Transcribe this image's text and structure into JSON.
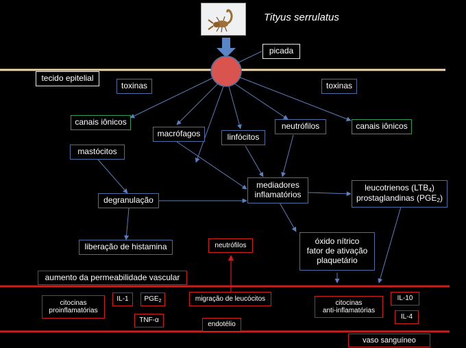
{
  "species": "Tityus serrulatus",
  "labels": {
    "picada": "picada",
    "tecido_epitelial": "tecido epitelial",
    "toxinas_left": "toxinas",
    "toxinas_right": "toxinas",
    "canais_left": "canais iônicos",
    "canais_right": "canais iônicos",
    "macrofagos": "macrófagos",
    "linfocitos": "linfócitos",
    "neutrofilos": "neutrófilos",
    "mastocitos": "mastócitos",
    "mediadores_l1": "mediadores",
    "mediadores_l2": "inflamatórios",
    "leuco_base": "leucotrienos (LTB",
    "leuco_sub": "4",
    "prosta_base": "prostaglandinas (PGE",
    "prosta_sub": "2",
    "close_paren": ")",
    "degranulacao": "degranulação",
    "histamina": "liberação de histamina",
    "oxido_l1": "óxido nítrico",
    "oxido_l2": "fator de ativação",
    "oxido_l3": "plaquetário",
    "neutrofilos_red": "neutrófilos",
    "permeabilidade": "aumento da permeabilidade vascular",
    "cito_pro_l1": "citocinas",
    "cito_pro_l2": "proinflamatórias",
    "il1": "IL-1",
    "pge_base": "PGE",
    "pge_sub": "2",
    "tnf": "TNF-α",
    "migracao": "migração de leucócitos",
    "endotelio": "endotélio",
    "cito_anti_l1": "citocinas",
    "cito_anti_l2": "anti-inflamatórias",
    "il10": "IL-10",
    "il4": "IL-4",
    "vaso": "vaso sanguíneo"
  },
  "colors": {
    "background": "#000000",
    "epithelial_line": "#f5d7b0",
    "vessel_line": "#d41b1b",
    "arrow_blue": "#5b7fbf",
    "bite_circle": "#d9534f",
    "big_arrow": "#5a86c8"
  }
}
